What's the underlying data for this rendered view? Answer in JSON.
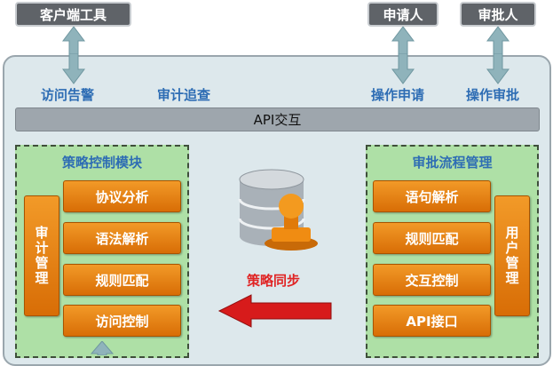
{
  "top": {
    "client_tools": "客户端工具",
    "applicant": "申请人",
    "approver": "审批人"
  },
  "captions": {
    "access_alert": "访问告警",
    "audit_trace": "审计追查",
    "operation_apply": "操作申请",
    "operation_approve": "操作审批"
  },
  "api_bar": "API交互",
  "policy_module": {
    "title": "策略控制模块",
    "audit_mgmt": "审计管理",
    "items": [
      "协议分析",
      "语法解析",
      "规则匹配",
      "访问控制"
    ]
  },
  "approval_module": {
    "title": "审批流程管理",
    "user_mgmt": "用户管理",
    "items": [
      "语句解析",
      "规则匹配",
      "交互控制",
      "API接口"
    ]
  },
  "sync_label": "策略同步",
  "colors": {
    "orange": "#e8800f",
    "green_panel": "#aee0a6",
    "caption_blue": "#2e6db4",
    "arrow_red": "#d71b1b",
    "arrow_teal": "#8fb3bb"
  }
}
